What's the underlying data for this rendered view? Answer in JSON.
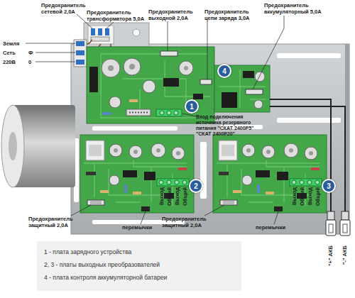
{
  "diagram": {
    "nodes": [
      {
        "text": [
          "4"
        ]
      },
      {
        "text": [
          "1"
        ]
      },
      {
        "text": [
          "2"
        ]
      },
      {
        "text": [
          "3"
        ]
      }
    ],
    "labels": [
      "Предохранитель сетевой 2,0А",
      "Предохранитель трансформатора 5,0А",
      "Предохранитель выходной 2,0А",
      "Предохранитель цепи заряда 3,0А",
      "Предохранитель аккумуляторный 5,0А",
      "Земля",
      "Сеть",
      "Ф",
      "220В",
      "0",
      "Вход подключения источника резервного питания \"СКАТ 2400Р5\" \"СКАТ 2400Р20\"",
      "Предохранитель защитный 2,0А",
      "перемычки",
      "Выход",
      "Общий",
      "Выход",
      "Общий",
      "Предохранитель защитный 2,0А",
      "перемычки",
      "Выход",
      "Общий",
      "Выход",
      "Общий",
      "\"+\" АКБ",
      "\"-\" АКБ",
      "1 - плата зарядного устройства",
      "2, 3 - платы выходных преобразователей",
      "4 - плата контроля аккумуляторной батареи"
    ]
  }
}
